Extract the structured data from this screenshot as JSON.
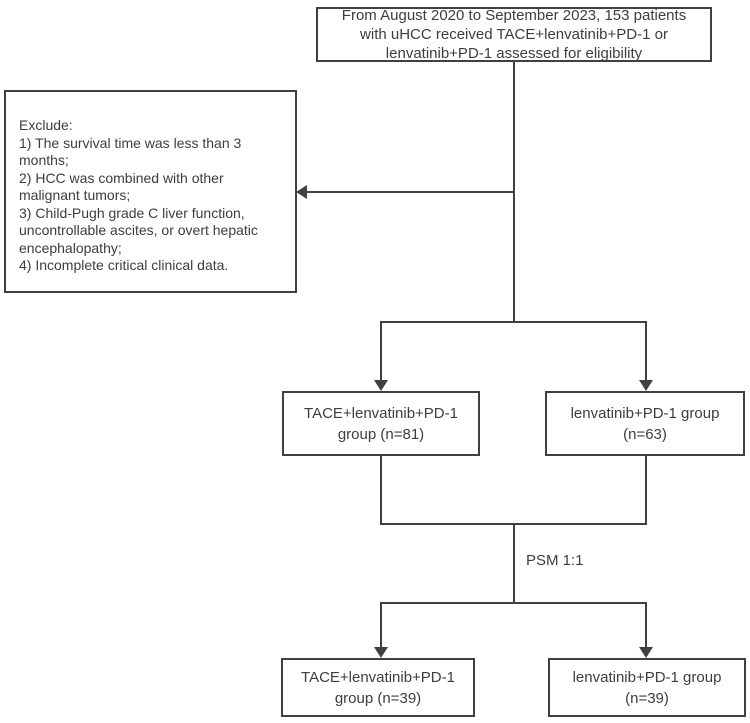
{
  "diagram": {
    "type": "flowchart",
    "colors": {
      "line": "#404040",
      "text": "#3d3d3d",
      "background": "#ffffff"
    },
    "boxes": {
      "eligibility": {
        "lines": [
          "From August 2020 to September 2023, 153 patients",
          "with uHCC received TACE+lenvatinib+PD-1 or",
          "lenvatinib+PD-1 assessed for eligibility"
        ]
      },
      "exclusion": {
        "lines": [
          "Exclude:",
          "1) The survival time was less than 3",
          "months;",
          "2) HCC was combined with other",
          "malignant tumors;",
          "3) Child-Pugh grade C liver function,",
          "uncontrollable ascites, or overt hepatic",
          "encephalopathy;",
          "4) Incomplete critical clinical data."
        ]
      },
      "mid_left": {
        "lines": [
          "TACE+lenvatinib+PD-1",
          "group (n=81)"
        ]
      },
      "mid_right": {
        "lines": [
          "lenvatinib+PD-1 group",
          "(n=63)"
        ]
      },
      "bottom_left": {
        "lines": [
          "TACE+lenvatinib+PD-1",
          "group (n=39)"
        ]
      },
      "bottom_right": {
        "lines": [
          "lenvatinib+PD-1 group",
          "(n=39)"
        ]
      }
    },
    "psm_label": "PSM 1:1"
  }
}
